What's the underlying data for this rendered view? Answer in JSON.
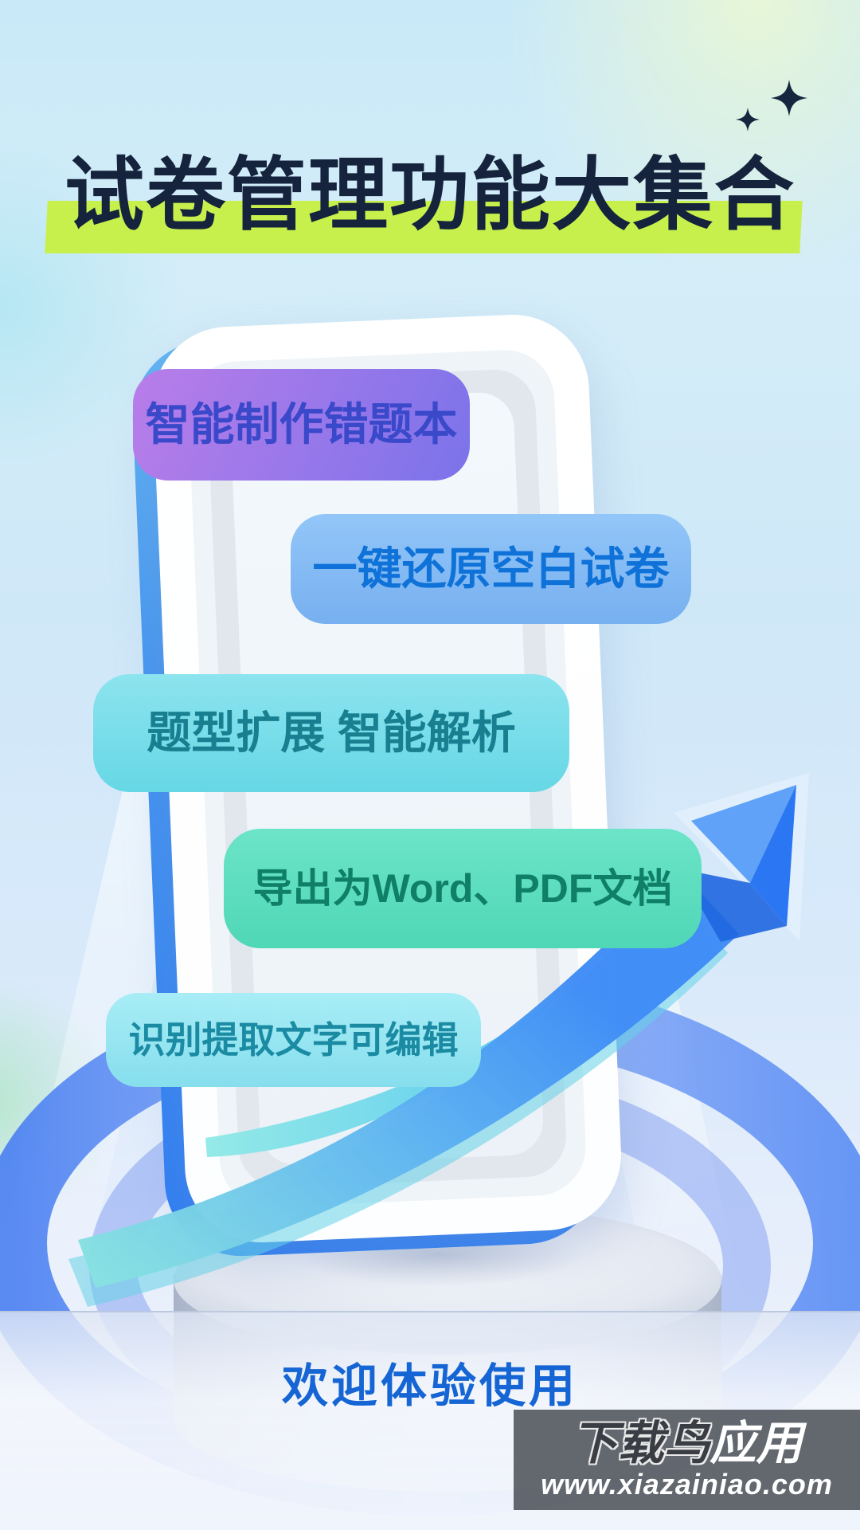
{
  "poster": {
    "title": "试卷管理功能大集合",
    "welcome": "欢迎体验使用"
  },
  "features": [
    {
      "label": "智能制作错题本",
      "bg_start": "#b97de9",
      "bg_end": "#7b73ea",
      "text_color": "#3a48ca",
      "shadow_color": "#6d6fd8"
    },
    {
      "label": "一键还原空白试卷",
      "bg_start": "#93c6f8",
      "bg_end": "#77b0f0",
      "text_color": "#0f72d8",
      "shadow_color": "#3e7bdf"
    },
    {
      "label": "题型扩展 智能解析",
      "bg_start": "#8ce4ee",
      "bg_end": "#66d7e5",
      "text_color": "#177f90",
      "shadow_color": "#38aec2"
    },
    {
      "label": "导出为Word、PDF文档",
      "bg_start": "#6ce4c8",
      "bg_end": "#4fd7b6",
      "text_color": "#0f7f68",
      "shadow_color": "#27997f"
    },
    {
      "label": "识别提取文字可编辑",
      "bg_start": "#a8edf6",
      "bg_end": "#86deed",
      "text_color": "#1b8ba4",
      "shadow_color": "#4fb4c6"
    }
  ],
  "watermark": {
    "brand_dark": "下载鸟",
    "brand_light": "应用",
    "url": "www.xiazainiao.com"
  },
  "colors": {
    "title_text": "#15233c",
    "title_highlight": "#c8f04c",
    "welcome_text": "#1565d4",
    "arrow_blue": "#2a76f3",
    "arrow_cyan": "#8ae4e0",
    "phone_edge_blue": "#2e7cf3",
    "ring_blue": "#4d82f2",
    "background_top": "#c9e9f8",
    "background_bottom": "#f0f4fd"
  }
}
